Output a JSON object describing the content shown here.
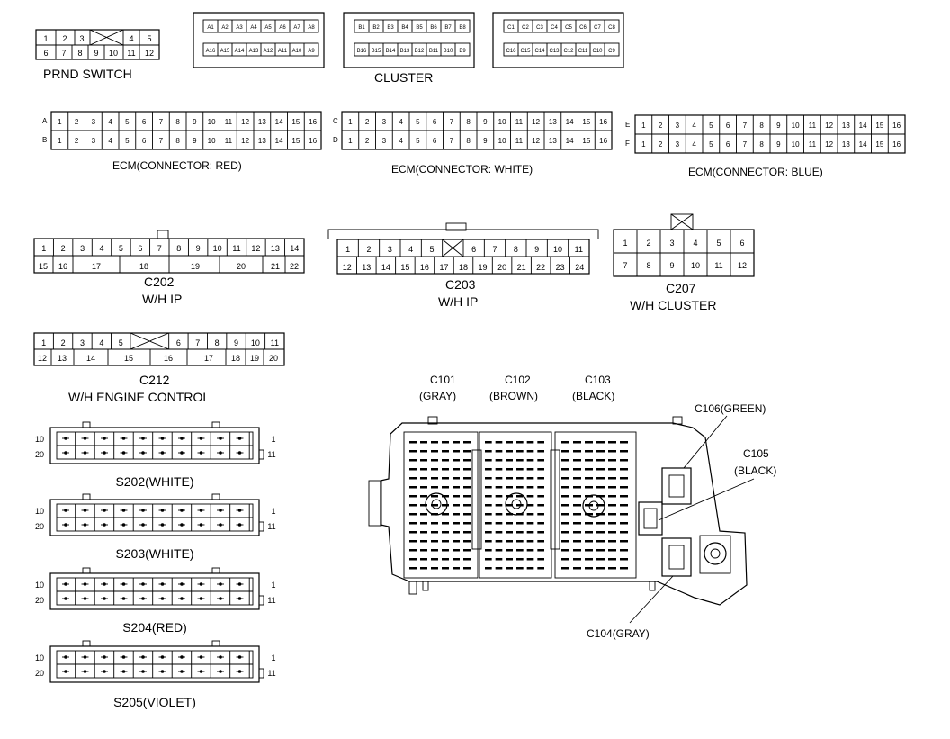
{
  "prnd": {
    "row1": [
      "1",
      "2",
      "3",
      "",
      "4",
      "5"
    ],
    "row2": [
      "6",
      "7",
      "8",
      "9",
      "10",
      "11",
      "12"
    ],
    "title": "PRND SWITCH"
  },
  "cluster": {
    "a_row1": [
      "A1",
      "A2",
      "A3",
      "A4",
      "A5",
      "A6",
      "A7",
      "A8"
    ],
    "a_row2": [
      "A16",
      "A15",
      "A14",
      "A13",
      "A12",
      "A11",
      "A10",
      "A9"
    ],
    "b_row1": [
      "B1",
      "B2",
      "B3",
      "B4",
      "B5",
      "B6",
      "B7",
      "B8"
    ],
    "b_row2": [
      "B16",
      "B15",
      "B14",
      "B13",
      "B12",
      "B11",
      "B10",
      "B9"
    ],
    "c_row1": [
      "C1",
      "C2",
      "C3",
      "C4",
      "C5",
      "C6",
      "C7",
      "C8"
    ],
    "c_row2": [
      "C16",
      "C15",
      "C14",
      "C13",
      "C12",
      "C11",
      "C10",
      "C9"
    ],
    "title": "CLUSTER"
  },
  "ecm": {
    "pins": [
      "1",
      "2",
      "3",
      "4",
      "5",
      "6",
      "7",
      "8",
      "9",
      "10",
      "11",
      "12",
      "13",
      "14",
      "15",
      "16"
    ],
    "red": {
      "row_top": "A",
      "row_bottom": "B",
      "title": "ECM(CONNECTOR: RED)"
    },
    "white": {
      "row_top": "C",
      "row_bottom": "D",
      "title": "ECM(CONNECTOR: WHITE)"
    },
    "blue": {
      "row_top": "E",
      "row_bottom": "F",
      "title": "ECM(CONNECTOR: BLUE)"
    }
  },
  "c202": {
    "row1": [
      "1",
      "2",
      "3",
      "4",
      "5",
      "6",
      "7",
      "8",
      "9",
      "10",
      "11",
      "12",
      "13",
      "14"
    ],
    "row2": [
      "15",
      "16",
      "17",
      "18",
      "19",
      "20",
      "21",
      "22"
    ],
    "id": "C202",
    "desc": "W/H IP"
  },
  "c203": {
    "row1": [
      "1",
      "2",
      "3",
      "4",
      "5",
      "",
      "6",
      "7",
      "8",
      "9",
      "10",
      "11"
    ],
    "row2": [
      "12",
      "13",
      "14",
      "15",
      "16",
      "17",
      "18",
      "19",
      "20",
      "21",
      "22",
      "23",
      "24"
    ],
    "id": "C203",
    "desc": "W/H IP"
  },
  "c207": {
    "row1": [
      "1",
      "2",
      "3",
      "4",
      "5",
      "6"
    ],
    "row2": [
      "7",
      "8",
      "9",
      "10",
      "11",
      "12"
    ],
    "id": "C207",
    "desc": "W/H CLUSTER"
  },
  "c212": {
    "row1": [
      "1",
      "2",
      "3",
      "4",
      "5",
      "",
      "6",
      "7",
      "8",
      "9",
      "10",
      "11"
    ],
    "row2": [
      "12",
      "13",
      "14",
      "15",
      "16",
      "17",
      "18",
      "19",
      "20"
    ],
    "id": "C212",
    "desc": "W/H ENGINE CONTROL"
  },
  "splices": {
    "pin_10": "10",
    "pin_20": "20",
    "pin_1": "1",
    "pin_11": "11",
    "s202": "S202(WHITE)",
    "s203": "S203(WHITE)",
    "s204": "S204(RED)",
    "s205": "S205(VIOLET)"
  },
  "junction_block": {
    "c101": "C101",
    "c101_color": "(GRAY)",
    "c102": "C102",
    "c102_color": "(BROWN)",
    "c103": "C103",
    "c103_color": "(BLACK)",
    "c106": "C106(GREEN)",
    "c105": "C105",
    "c105_color": "(BLACK)",
    "c104": "C104(GRAY)"
  }
}
